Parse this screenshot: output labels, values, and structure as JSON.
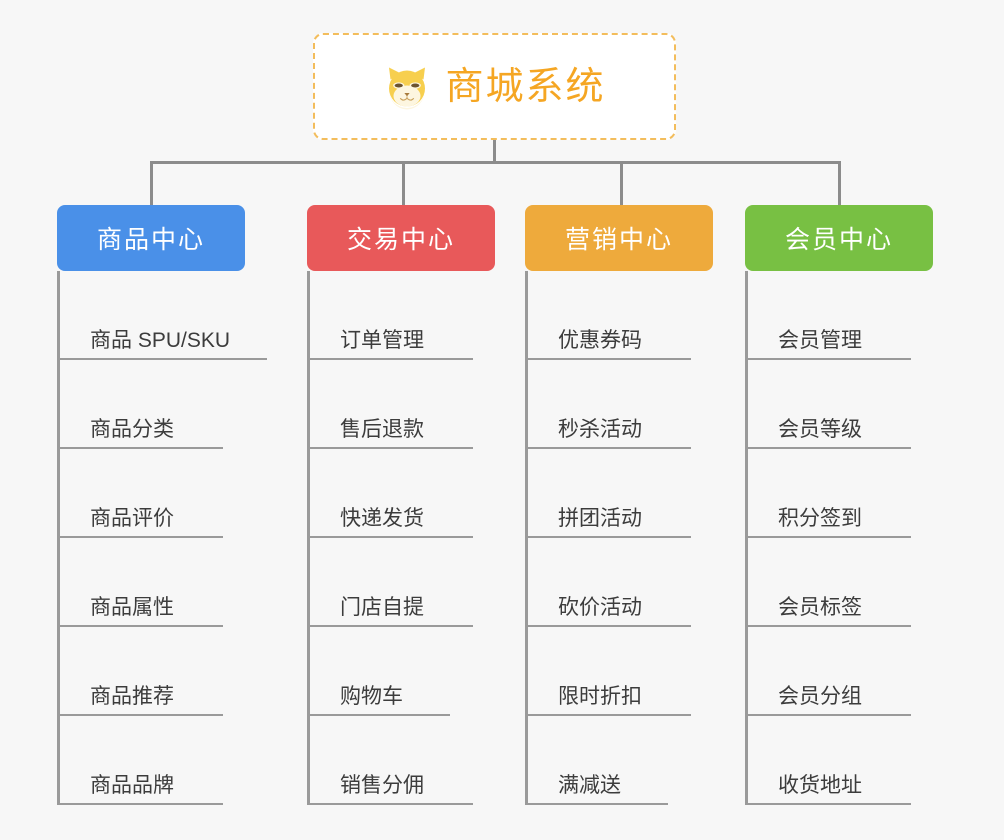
{
  "page": {
    "background_color": "#f7f7f7",
    "connector_color": "#8c8c8c",
    "text_color": "#3c3c3c"
  },
  "root": {
    "title": "商城系统",
    "icon": "shiba-dog-icon",
    "title_color": "#f5a623",
    "border_color": "#f3bd5c",
    "background_color": "#ffffff"
  },
  "columns": [
    {
      "label": "商品中心",
      "color": "#4a90e8",
      "items": [
        {
          "label": "商品 SPU/SKU",
          "rule_width": 207
        },
        {
          "label": "商品分类",
          "rule_width": 163
        },
        {
          "label": "商品评价",
          "rule_width": 163
        },
        {
          "label": "商品属性",
          "rule_width": 163
        },
        {
          "label": "商品推荐",
          "rule_width": 163
        },
        {
          "label": "商品品牌",
          "rule_width": 163
        }
      ]
    },
    {
      "label": "交易中心",
      "color": "#e8595a",
      "items": [
        {
          "label": "订单管理",
          "rule_width": 163
        },
        {
          "label": "售后退款",
          "rule_width": 163
        },
        {
          "label": "快递发货",
          "rule_width": 163
        },
        {
          "label": "门店自提",
          "rule_width": 163
        },
        {
          "label": "购物车",
          "rule_width": 140
        },
        {
          "label": "销售分佣",
          "rule_width": 163
        }
      ]
    },
    {
      "label": "营销中心",
      "color": "#eeaa3c",
      "items": [
        {
          "label": "优惠券码",
          "rule_width": 163
        },
        {
          "label": "秒杀活动",
          "rule_width": 163
        },
        {
          "label": "拼团活动",
          "rule_width": 163
        },
        {
          "label": "砍价活动",
          "rule_width": 163
        },
        {
          "label": "限时折扣",
          "rule_width": 163
        },
        {
          "label": "满减送",
          "rule_width": 140
        }
      ]
    },
    {
      "label": "会员中心",
      "color": "#78c043",
      "items": [
        {
          "label": "会员管理",
          "rule_width": 163
        },
        {
          "label": "会员等级",
          "rule_width": 163
        },
        {
          "label": "积分签到",
          "rule_width": 163
        },
        {
          "label": "会员标签",
          "rule_width": 163
        },
        {
          "label": "会员分组",
          "rule_width": 163
        },
        {
          "label": "收货地址",
          "rule_width": 163
        }
      ]
    }
  ],
  "layout": {
    "column_left_positions": [
      57,
      307,
      525,
      745
    ],
    "drop_line_positions": [
      150,
      402,
      620,
      838
    ]
  }
}
